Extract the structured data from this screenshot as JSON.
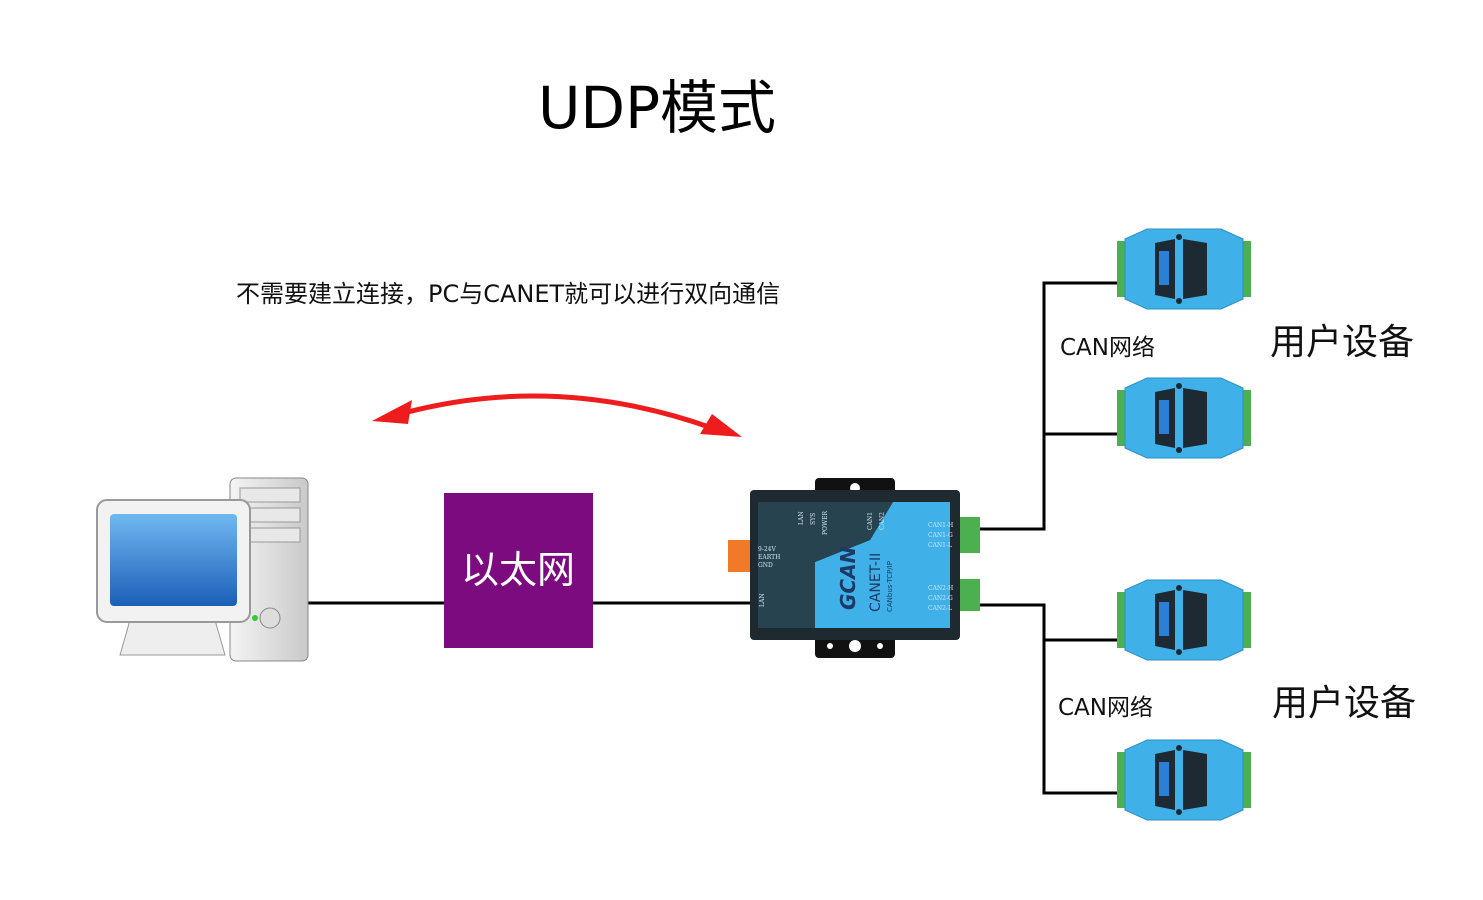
{
  "title": "UDP模式",
  "note": "不需要建立连接，PC与CANET就可以进行双向通信",
  "ethernet_label": "以太网",
  "can_networks": [
    {
      "label": "CAN网络",
      "devices_label": "用户设备"
    },
    {
      "label": "CAN网络",
      "devices_label": "用户设备"
    }
  ],
  "canet_device": {
    "brand": "GCAN",
    "model": "CANET-II",
    "subtitle": "CANbus-TCP/IP",
    "power_labels": [
      "9-24V",
      "EARTH",
      "GND"
    ],
    "lan_label": "LAN",
    "led_labels": [
      "LAN",
      "SYS",
      "POWER",
      "CAN1",
      "CAN2"
    ],
    "can1_ports": [
      "CAN1-H",
      "CAN1-G",
      "CAN1-L"
    ],
    "can2_ports": [
      "CAN2-H",
      "CAN2-G",
      "CAN2-L"
    ]
  },
  "module_brand": "GCAN",
  "colors": {
    "arrow": "#ee1c1c",
    "ethernet_box": "#7b0b7f",
    "device_blue": "#3fb0e8",
    "device_dark": "#1e2a30",
    "terminal_green": "#4caf50",
    "power_orange": "#f07a28",
    "lines": "#000000"
  },
  "icons": [
    "desktop-pc-icon",
    "canet-gateway-icon",
    "can-module-icon"
  ]
}
